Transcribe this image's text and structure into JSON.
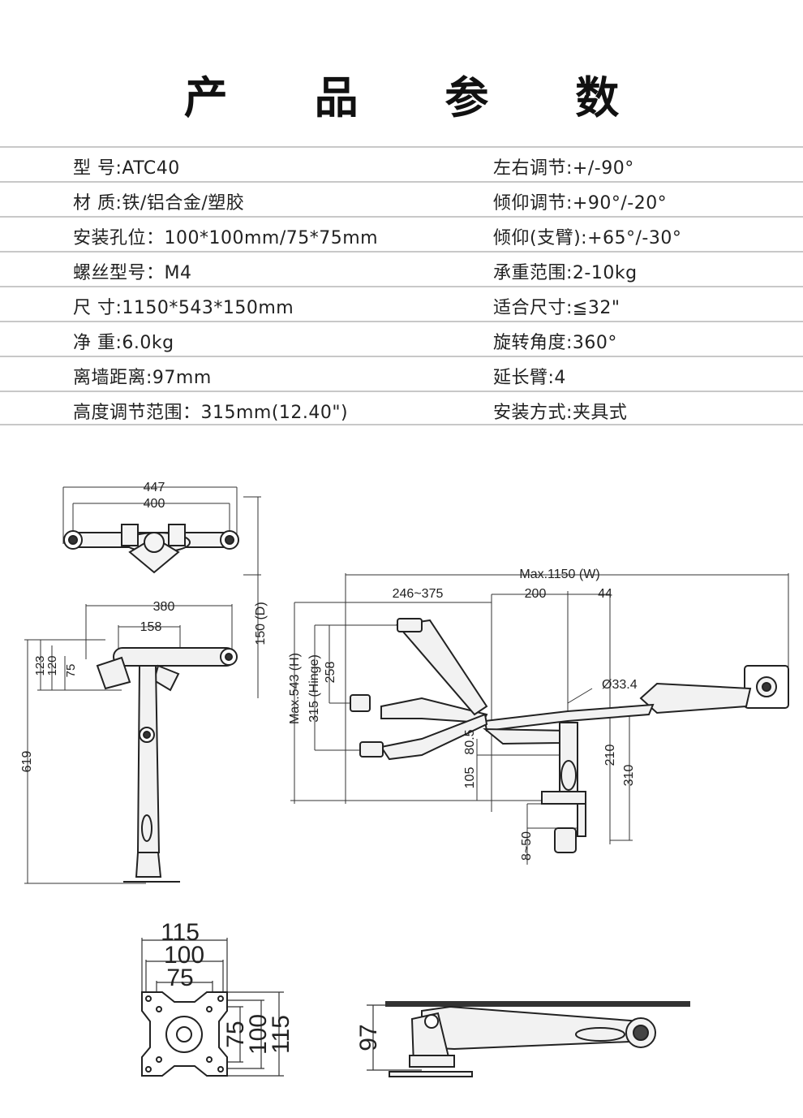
{
  "title": "产 品 参 数",
  "specs": [
    {
      "left": "型  号:ATC40",
      "right": "左右调节:+/-90°"
    },
    {
      "left": "材  质:铁/铝合金/塑胶",
      "right": "倾仰调节:+90°/-20°"
    },
    {
      "left": "安装孔位：100*100mm/75*75mm",
      "right": "倾仰(支臂):+65°/-30°"
    },
    {
      "left": "螺丝型号：M4",
      "right": "承重范围:2-10kg"
    },
    {
      "left": "尺  寸:1150*543*150mm",
      "right": "适合尺寸:≦32\""
    },
    {
      "left": "净  重:6.0kg",
      "right": "旋转角度:360°"
    },
    {
      "left": "离墙距离:97mm",
      "right": "延长臂:4"
    },
    {
      "left": "高度调节范围：315mm(12.40\")",
      "right": "安装方式:夹具式"
    }
  ],
  "diagram_top": {
    "d447": "447",
    "d400": "400",
    "d150": "150 (D)"
  },
  "diagram_front": {
    "d380": "380",
    "d158": "158",
    "d123": "123",
    "d120": "120",
    "d75": "75",
    "d619": "619"
  },
  "diagram_side": {
    "dmaxw": "Max.1150 (W)",
    "d246": "246~375",
    "d200": "200",
    "d44": "44",
    "dmaxh": "Max.543 (H)",
    "dhinge": "315 (Hinge)",
    "d258": "258",
    "d334": "Ø33.4",
    "d805": "80.5",
    "d105": "105",
    "d210": "210",
    "d310": "310",
    "d850": "8~50"
  },
  "diagram_plate": {
    "d115": "115",
    "d100": "100",
    "d75": "75"
  },
  "diagram_wall": {
    "d97": "97"
  }
}
